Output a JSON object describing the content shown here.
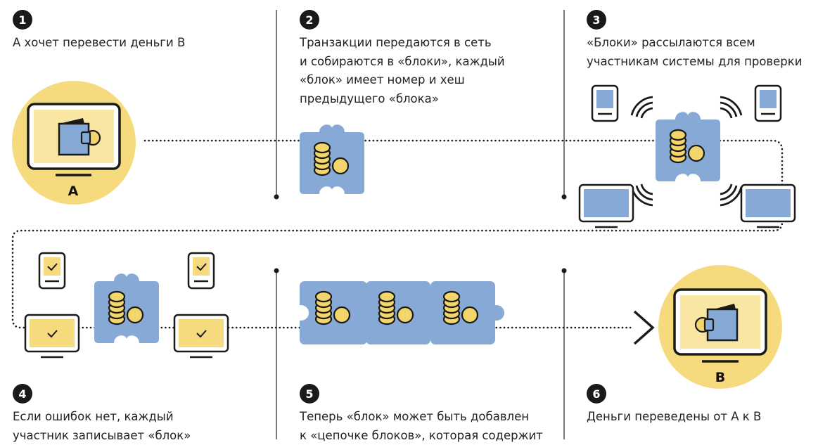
{
  "colors": {
    "yellow": "#f6db7e",
    "yellow_light": "#f8e6a2",
    "blue": "#86a9d6",
    "coin": "#f2d56b",
    "ink": "#1a1a1a"
  },
  "steps": [
    {
      "number": "1",
      "lines": [
        "А хочет перевести деньги В"
      ]
    },
    {
      "number": "2",
      "lines": [
        "Транзакции передаются в сеть",
        "и собираются в «блоки», каждый",
        "«блок» имеет номер и хеш",
        "предыдущего «блока»"
      ]
    },
    {
      "number": "3",
      "lines": [
        "«Блоки» рассылаются всем",
        "участникам системы для проверки"
      ]
    },
    {
      "number": "4",
      "lines": [
        "Если ошибок нет, каждый",
        "участник записывает «блок»"
      ]
    },
    {
      "number": "5",
      "lines": [
        "Теперь «блок» может быть добавлен",
        "к «цепочке блоков», которая содержит"
      ]
    },
    {
      "number": "6",
      "lines": [
        "Деньги переведены от А к В"
      ]
    }
  ],
  "labels": {
    "sender": "А",
    "receiver": "В"
  },
  "icons": [
    "monitor-icon",
    "wallet-icon",
    "coin-stack-icon",
    "puzzle-block-icon",
    "phone-icon",
    "signal-waves-icon",
    "checkmark-icon",
    "chevron-right-icon"
  ]
}
